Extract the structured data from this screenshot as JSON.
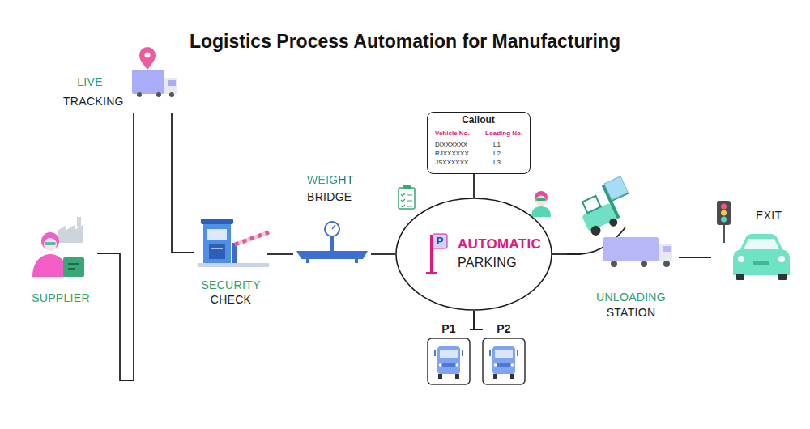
{
  "diagram": {
    "title": "Logistics Process Automation for Manufacturing",
    "nodes": [
      {
        "text": [
          "SUPPLIER"
        ]
      },
      {
        "text": [
          "LIVE",
          "TRACKING"
        ]
      },
      {
        "text": [
          "SECURITY",
          "CHECK"
        ]
      },
      {
        "text": [
          "WEIGHT",
          "BRIDGE"
        ]
      },
      {
        "text": [
          "Callout",
          "Vehicle No.",
          "Loading No.",
          "DIXXXXXX",
          "L1",
          "RJXXXXXX",
          "L2",
          "JSXXXXXX",
          "L3"
        ]
      },
      {
        "text": [
          "AUTOMATIC",
          "PARKING"
        ]
      },
      {
        "text": [
          "P1"
        ]
      },
      {
        "text": [
          "P2"
        ]
      },
      {
        "text": [
          "UNLOADING",
          "STATION"
        ]
      },
      {
        "text": [
          "EXIT"
        ]
      }
    ],
    "edges": [
      {
        "from": 0,
        "to": 1,
        "arrow": "none"
      },
      {
        "from": 1,
        "to": 2,
        "arrow": "none"
      },
      {
        "from": 2,
        "to": 3,
        "arrow": "none"
      },
      {
        "from": 3,
        "to": 5,
        "arrow": "none"
      },
      {
        "from": 5,
        "to": 4,
        "arrow": "none"
      },
      {
        "from": 5,
        "to": 6,
        "arrow": "none"
      },
      {
        "from": 5,
        "to": 7,
        "arrow": "none"
      },
      {
        "from": 5,
        "to": 8,
        "arrow": "none"
      },
      {
        "from": 8,
        "to": 9,
        "arrow": "none"
      }
    ],
    "labels": [
      "P"
    ]
  }
}
